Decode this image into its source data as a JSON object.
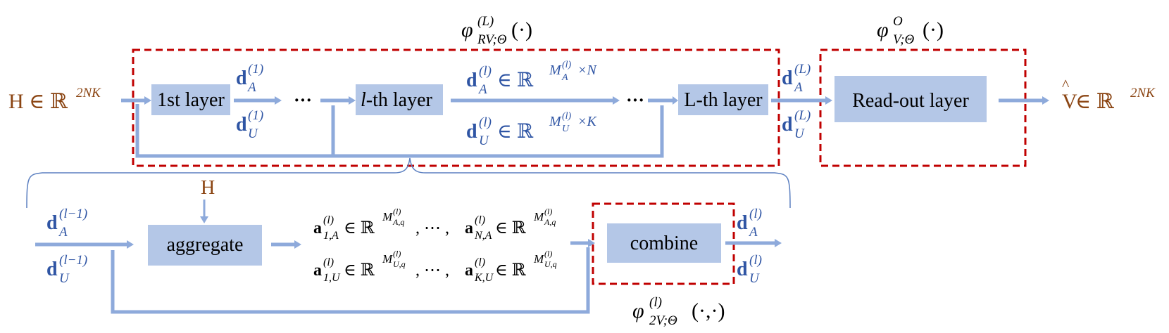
{
  "top": {
    "input": "H ∈ ℝ",
    "input_sup": "2NK",
    "layer1": "1st layer",
    "layer_l": "-th layer",
    "layer_l_italic": "l",
    "layerL": "L-th layer",
    "readout": "Read-out layer",
    "dots": "···",
    "output": "V",
    "output_rest": " ∈ ℝ",
    "output_sup": "2NK",
    "phi_rv": "φ",
    "phi_rv_sup": "(L)",
    "phi_rv_sub": "RV;Θ",
    "phi_rv_arg": "(·)",
    "phi_v": "φ",
    "phi_v_sup": "O",
    "phi_v_sub": "V;Θ",
    "phi_v_arg": "(·)",
    "d": "d",
    "sub_A": "A",
    "sub_U": "U",
    "sup_1": "(1)",
    "sup_l": "(l)",
    "sup_L": "(L)",
    "in_R": " ∈ ℝ",
    "dim_A": "M",
    "dim_A_sup": "(l)",
    "dim_A_sub": "A",
    "dim_A_tail": "×N",
    "dim_U": "M",
    "dim_U_sup": "(l)",
    "dim_U_sub": "U",
    "dim_U_tail": "×K"
  },
  "bottom": {
    "H": "H",
    "aggregate": "aggregate",
    "combine": "combine",
    "sup_lm1": "(l−1)",
    "sup_l": "(l)",
    "row1": "a",
    "row1_sub1": "1,A",
    "row1_subN": "N,A",
    "row2_sub1": "1,U",
    "row2_subK": "K,U",
    "mid_text": " ∈ ℝ",
    "ellipsis": ", ⋯ , ",
    "M": "M",
    "Mq_A": "A,q",
    "Mq_U": "U,q",
    "phi2": "φ",
    "phi2_sup": "(l)",
    "phi2_sub": "2V;Θ",
    "phi2_arg": "(·,·)"
  }
}
